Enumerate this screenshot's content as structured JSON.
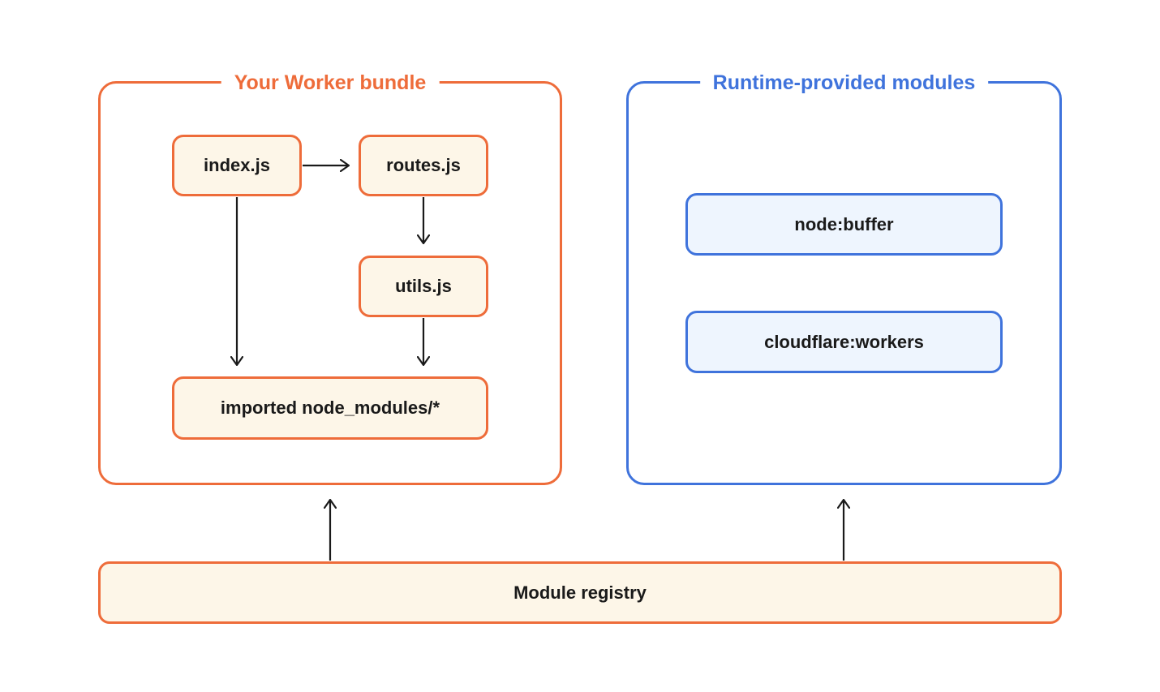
{
  "bundle": {
    "title": "Your Worker bundle",
    "modules": {
      "index": "index.js",
      "routes": "routes.js",
      "utils": "utils.js",
      "node_modules": "imported node_modules/*"
    }
  },
  "runtime": {
    "title": "Runtime-provided modules",
    "modules": {
      "buffer": "node:buffer",
      "workers": "cloudflare:workers"
    }
  },
  "registry": {
    "label": "Module registry"
  },
  "edges": [
    {
      "from": "index.js",
      "to": "routes.js"
    },
    {
      "from": "routes.js",
      "to": "utils.js"
    },
    {
      "from": "index.js",
      "to": "imported node_modules/*"
    },
    {
      "from": "utils.js",
      "to": "imported node_modules/*"
    },
    {
      "from": "Module registry",
      "to": "Your Worker bundle"
    },
    {
      "from": "Module registry",
      "to": "Runtime-provided modules"
    }
  ],
  "colors": {
    "bundle_accent": "#ee6c3a",
    "runtime_accent": "#3f73dc",
    "bundle_fill": "#fdf6e8",
    "runtime_fill": "#eef5fe",
    "arrow": "#1a1a1a"
  }
}
